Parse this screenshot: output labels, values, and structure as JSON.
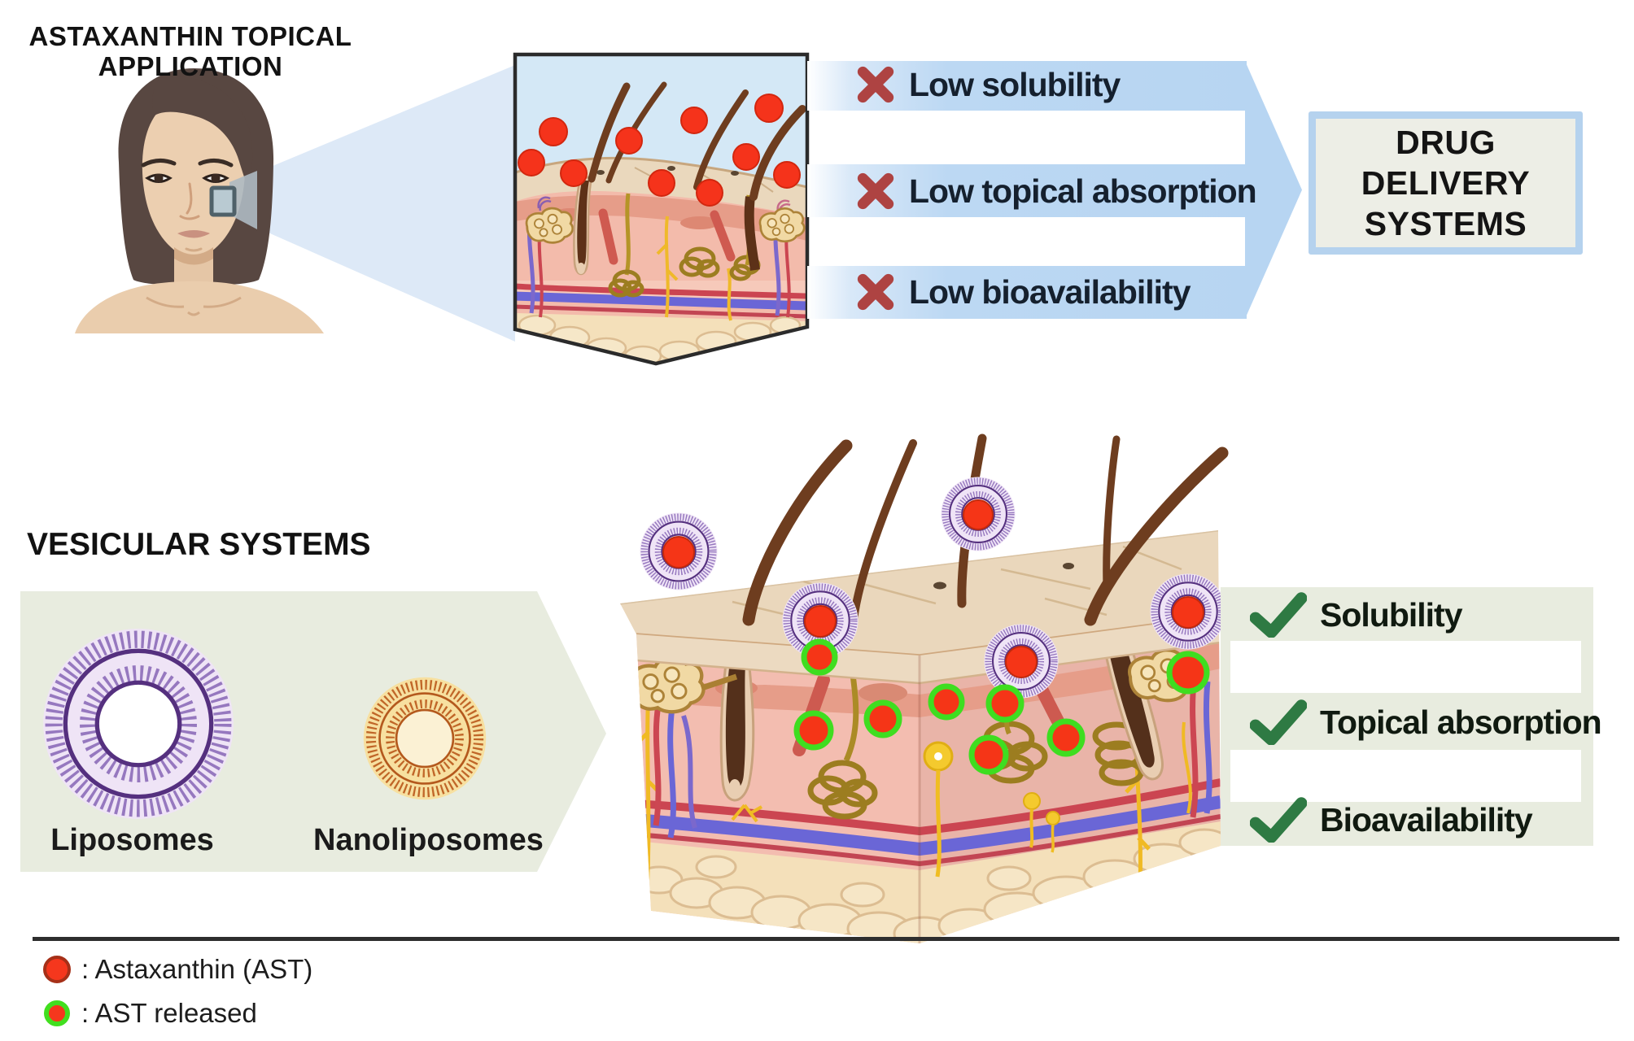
{
  "header": {
    "title_line1": "ASTAXANTHIN TOPICAL",
    "title_line2": "APPLICATION"
  },
  "problems": {
    "items": [
      {
        "icon": "cross-icon",
        "label": "Low solubility"
      },
      {
        "icon": "cross-icon",
        "label": "Low topical absorption"
      },
      {
        "icon": "cross-icon",
        "label": "Low bioavailability"
      }
    ]
  },
  "drug_delivery": {
    "line1": "DRUG",
    "line2": "DELIVERY",
    "line3": "SYSTEMS"
  },
  "vesicular": {
    "title": "VESICULAR SYSTEMS",
    "items": [
      {
        "label": "Liposomes"
      },
      {
        "label": "Nanoliposomes"
      }
    ]
  },
  "benefits": {
    "items": [
      {
        "icon": "check-icon",
        "label": "Solubility"
      },
      {
        "icon": "check-icon",
        "label": "Topical absorption"
      },
      {
        "icon": "check-icon",
        "label": "Bioavailability"
      }
    ]
  },
  "legend": {
    "items": [
      {
        "marker": "astaxanthin-dot",
        "label": ": Astaxanthin (AST)"
      },
      {
        "marker": "ast-released-dot",
        "label": ": AST released"
      }
    ]
  },
  "colors": {
    "arrow_blue": "#b7d5f2",
    "cross_red": "#ae4342",
    "check_green": "#2e7a43",
    "panel_sage": "#e8ecdf",
    "ast_red": "#f5371d",
    "released_green": "#41df1f",
    "dds_box_fill": "#edeee6",
    "dds_box_border": "#b5d2ee"
  }
}
